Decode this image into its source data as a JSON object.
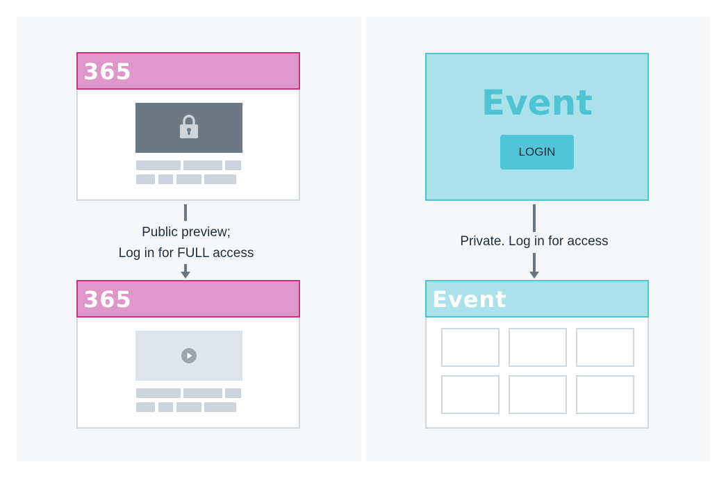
{
  "left_flow": {
    "top_card": {
      "title": "365"
    },
    "bottom_card": {
      "title": "365"
    },
    "caption_line1": "Public preview;",
    "caption_line2": "Log in for FULL access"
  },
  "right_flow": {
    "hero": {
      "title": "Event",
      "login_button": "LOGIN"
    },
    "caption": "Private. Log in for access",
    "event_card": {
      "title": "Event"
    }
  },
  "colors": {
    "pink_fill": "#df96c8",
    "pink_border": "#c2368a",
    "cyan_fill": "#abe2ea",
    "cyan_border": "#4fc3d3",
    "button": "#52c4d7",
    "locked_media": "#6b7884",
    "preview_media": "#dfe4ea"
  },
  "icons": {
    "locked_media": "lock-icon",
    "preview_media": "play-icon"
  }
}
